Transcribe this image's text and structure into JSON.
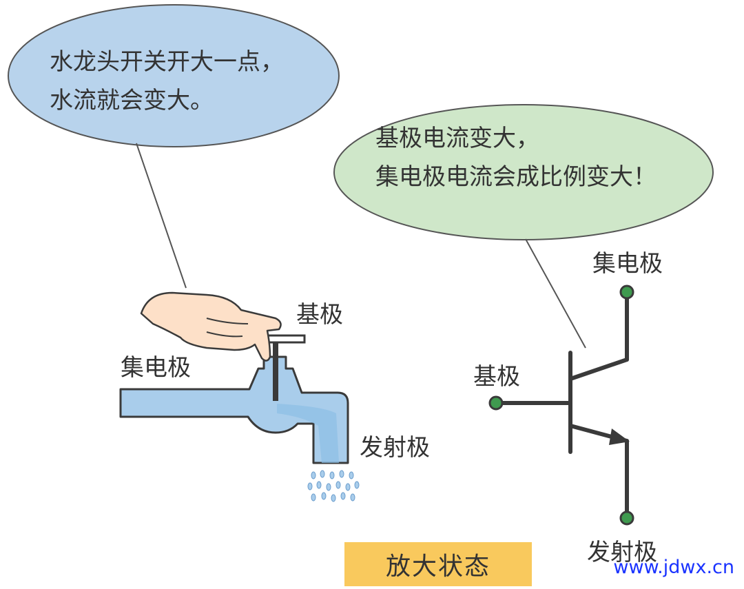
{
  "bubble_left": {
    "line1": "水龙头开关开大一点，",
    "line2": "水流就会变大。"
  },
  "bubble_right": {
    "line1": "基极电流变大，",
    "line2": "集电极电流会成比例变大！"
  },
  "faucet_labels": {
    "base": "基极",
    "collector": "集电极",
    "emitter": "发射极"
  },
  "transistor_labels": {
    "collector": "集电极",
    "base": "基极",
    "emitter": "发射极"
  },
  "state_label": "放大状态",
  "watermark": "www.jdwx.cn",
  "colors": {
    "bubble_left_fill": "#b8d3ec",
    "bubble_right_fill": "#cfe7c9",
    "water_fill": "#a9cdeb",
    "state_box_fill": "#f9c95d",
    "terminal_green": "#3f9a4f",
    "line_dark": "#3a3a3a",
    "watermark": "#1a33ff"
  },
  "icons": [
    "hand-icon",
    "faucet-icon",
    "water-drops-icon",
    "transistor-symbol-icon"
  ]
}
